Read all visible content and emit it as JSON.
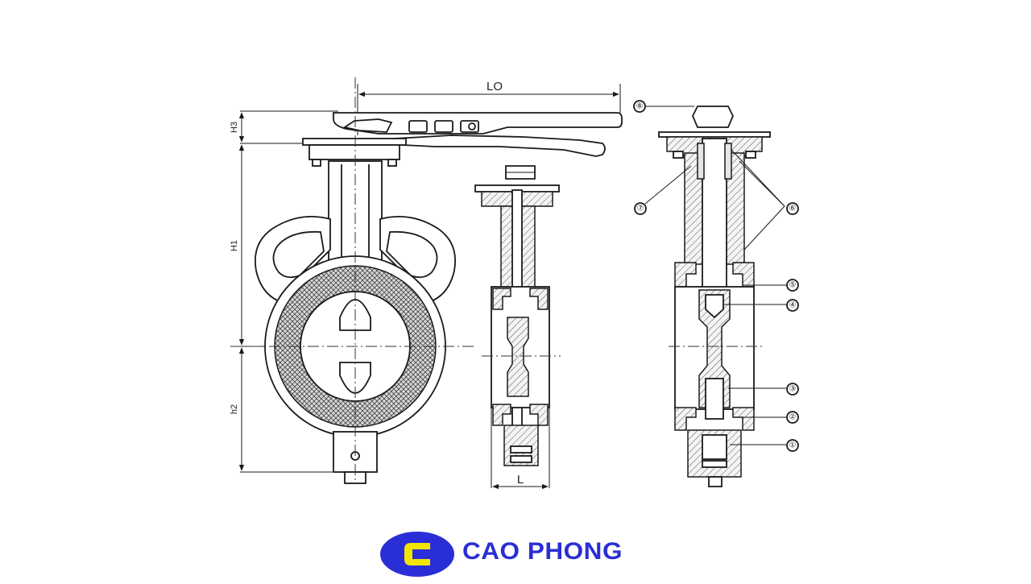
{
  "drawing": {
    "dimensions": {
      "lo": "LO",
      "l": "L",
      "h1": "H1",
      "h2": "h2",
      "h3": "H3"
    },
    "callouts": [
      {
        "id": "part-1",
        "label": "①"
      },
      {
        "id": "part-2",
        "label": "②"
      },
      {
        "id": "part-3",
        "label": "③"
      },
      {
        "id": "part-4",
        "label": "④"
      },
      {
        "id": "part-5",
        "label": "⑤"
      },
      {
        "id": "part-6",
        "label": "⑥"
      },
      {
        "id": "part-7",
        "label": "⑦"
      },
      {
        "id": "part-8",
        "label": "⑧"
      }
    ]
  },
  "brand": {
    "name": "CAO PHONG",
    "mark_letter": "C",
    "colors": {
      "primary": "#2A2ED6",
      "accent": "#F2E500"
    }
  }
}
